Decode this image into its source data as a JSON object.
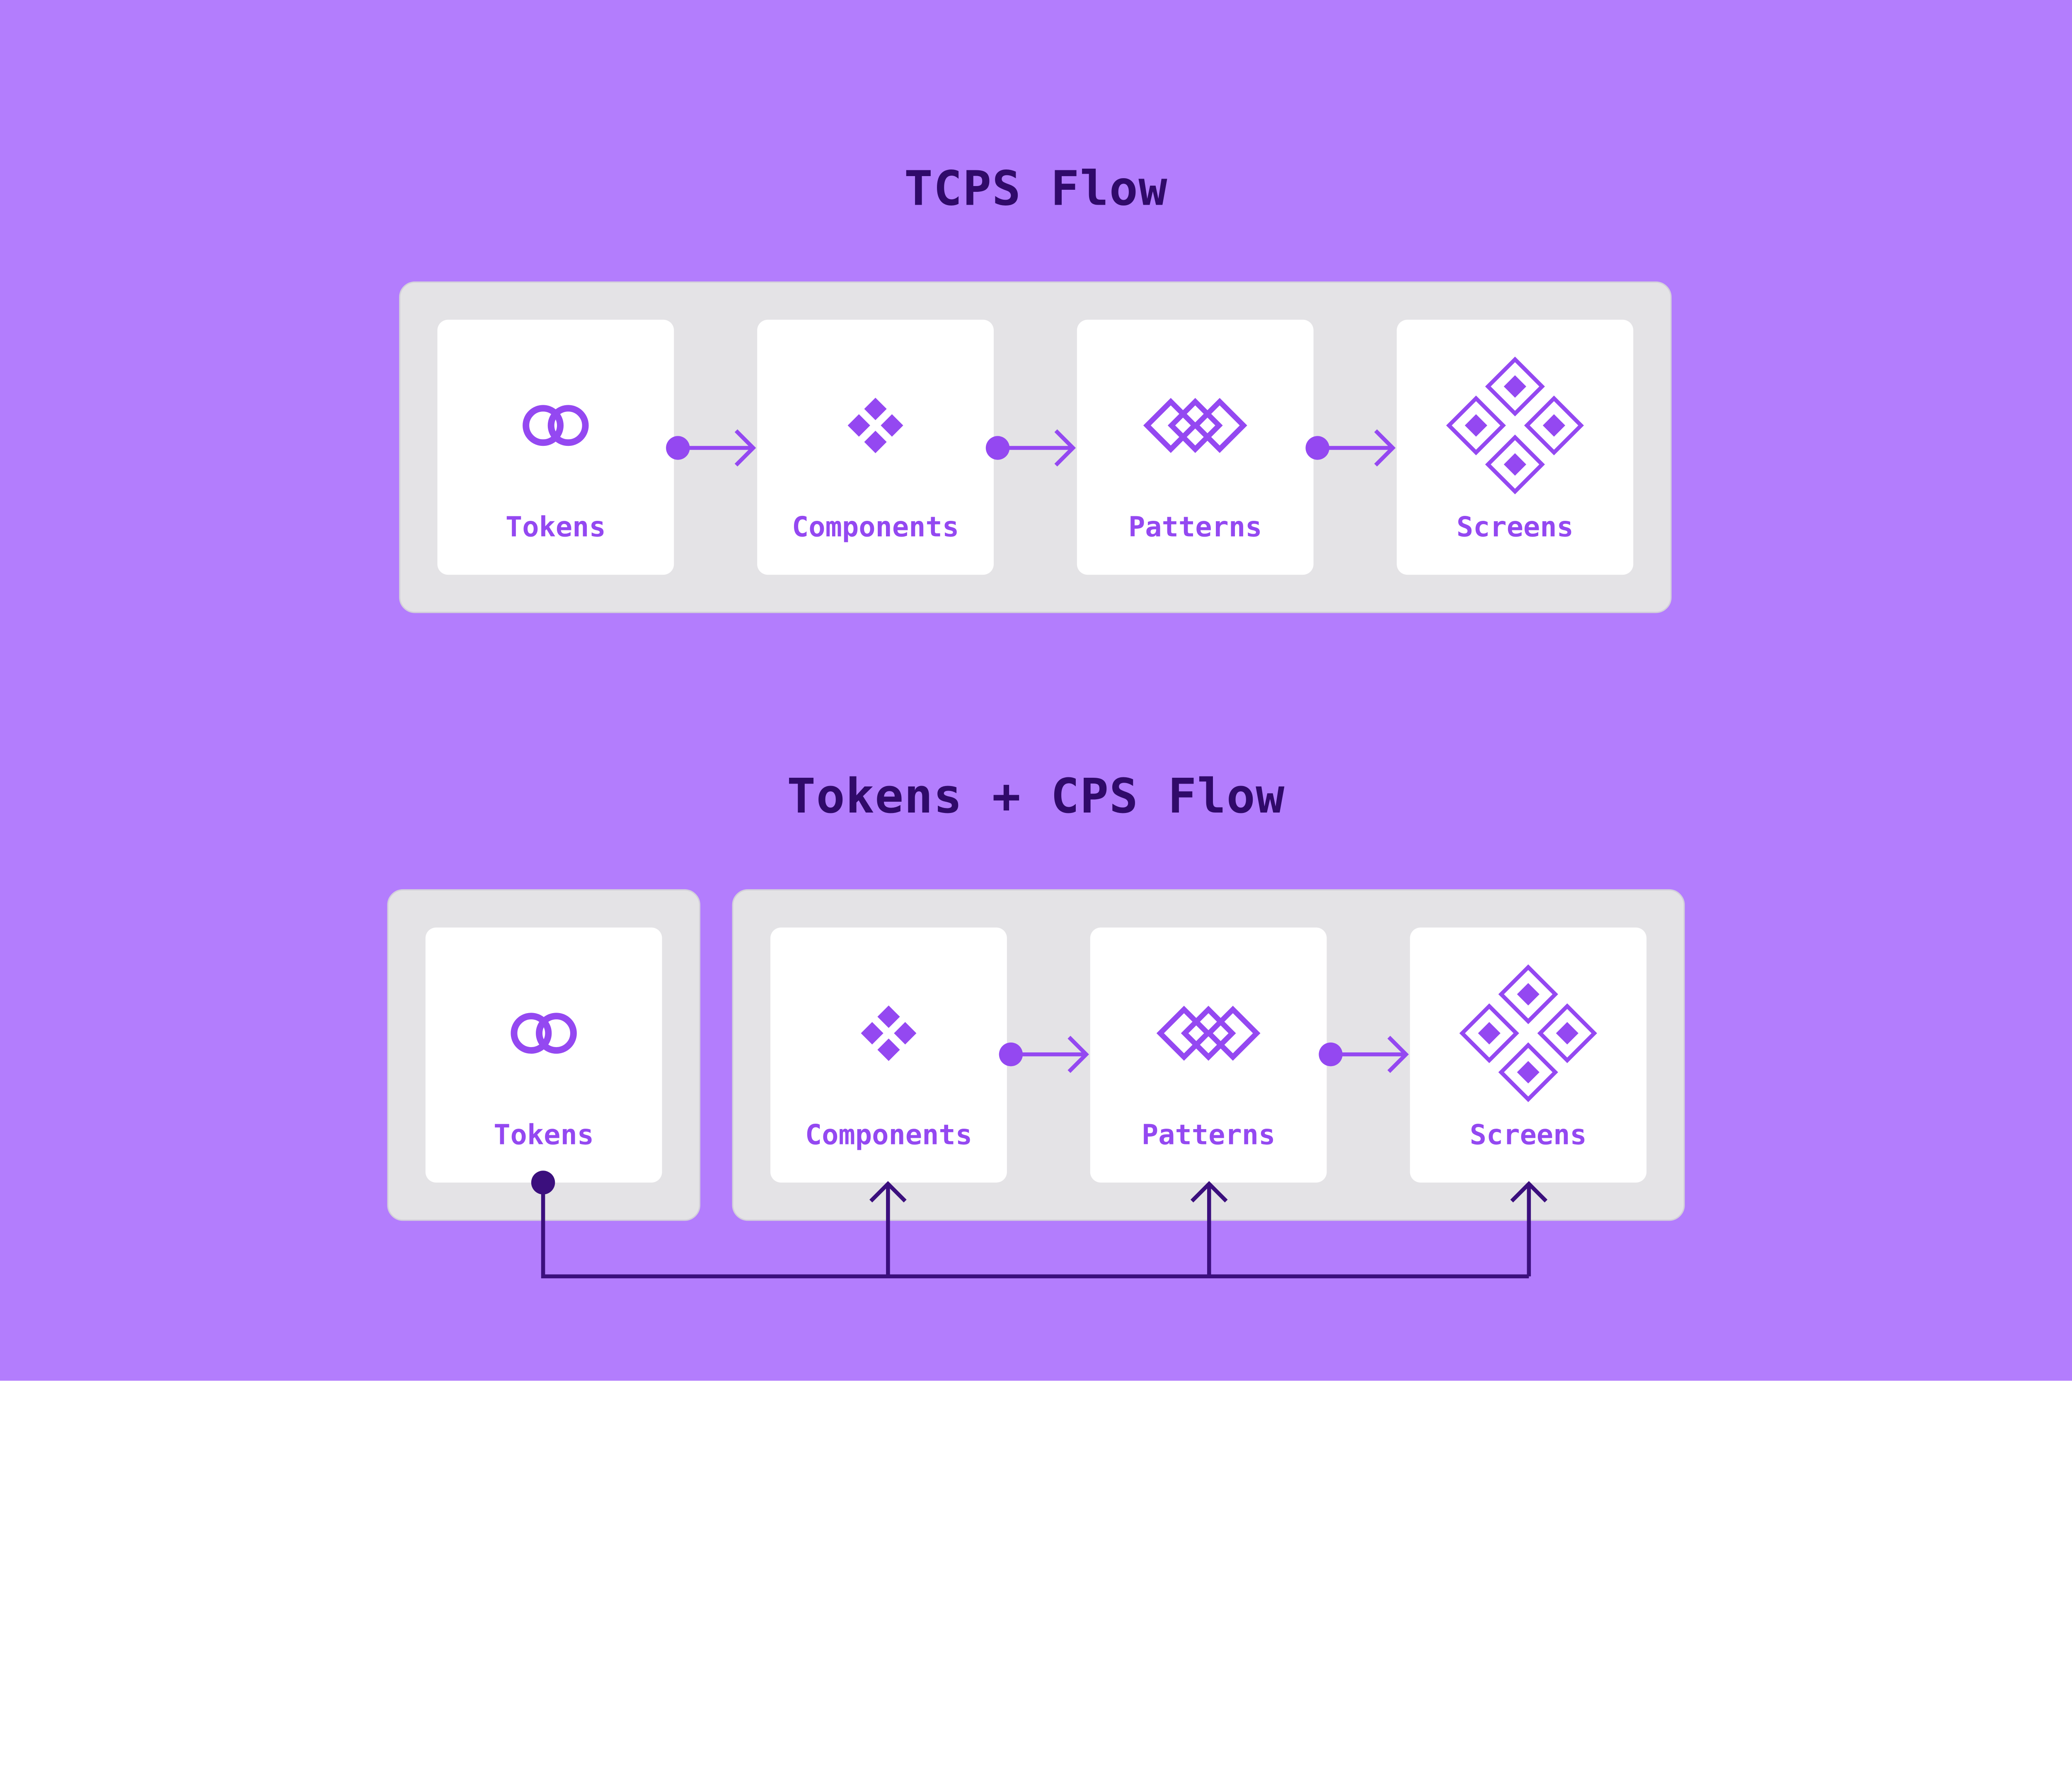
{
  "colors": {
    "background": "#b37dfd",
    "accent": "#9448f1",
    "title": "#300a6a",
    "panel": "#e4e3e6",
    "connector": "#3b0f7d"
  },
  "tcps": {
    "title": "TCPS Flow",
    "cards": [
      {
        "label": "Tokens",
        "icon": "linked-rings-icon"
      },
      {
        "label": "Components",
        "icon": "diamond-cluster-icon"
      },
      {
        "label": "Patterns",
        "icon": "interlocked-diamonds-icon"
      },
      {
        "label": "Screens",
        "icon": "diamond-grid-icon"
      }
    ]
  },
  "tokens_cps": {
    "title": "Tokens + CPS Flow",
    "cards": [
      {
        "label": "Tokens",
        "icon": "linked-rings-icon"
      },
      {
        "label": "Components",
        "icon": "diamond-cluster-icon"
      },
      {
        "label": "Patterns",
        "icon": "interlocked-diamonds-icon"
      },
      {
        "label": "Screens",
        "icon": "diamond-grid-icon"
      }
    ]
  }
}
